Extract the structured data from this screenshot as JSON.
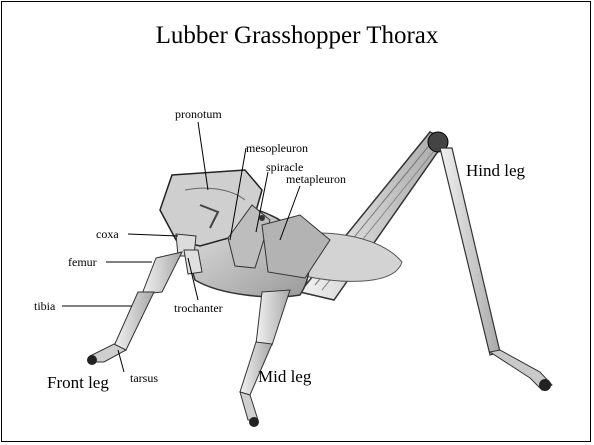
{
  "title": "Lubber Grasshopper Thorax",
  "labels": {
    "pronotum": "pronotum",
    "mesopleuron": "mesopleuron",
    "spiracle": "spiracle",
    "metapleuron": "metapleuron",
    "coxa": "coxa",
    "femur": "femur",
    "tibia": "tibia",
    "trochanter": "trochanter",
    "tarsus": "tarsus"
  },
  "legs": {
    "front": "Front leg",
    "mid": "Mid leg",
    "hind": "Hind leg"
  }
}
